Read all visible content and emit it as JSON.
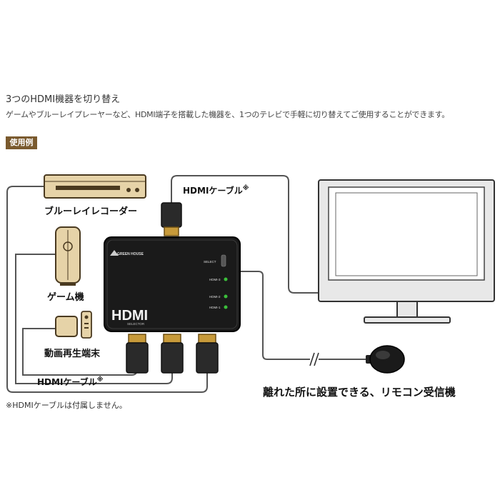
{
  "heading": "3つのHDMI機器を切り替え",
  "description": "ゲームやブルーレイプレーヤーなど、HDMI端子を搭載した機器を、1つのテレビで手軽に切り替えてご使用することができます。",
  "badge": "使用例",
  "devices": {
    "recorder": "ブルーレイレコーダー",
    "game": "ゲーム機",
    "player": "動画再生端末"
  },
  "cable_label_top": "HDMIケーブル",
  "cable_label_left": "HDMIケーブル",
  "asterisk": "※",
  "switcher": {
    "brand": "GREEN HOUSE",
    "select": "SELECT",
    "ports": [
      "HDMI-3",
      "HDMI-2",
      "HDMI-1"
    ],
    "logo": "HDMI",
    "logo_sub": "SELECTOR"
  },
  "receiver_caption": "離れた所に設置できる、リモコン受信機",
  "footnote": "※HDMIケーブルは付属しません。",
  "colors": {
    "device_fill": "#e6d3a8",
    "device_stroke": "#4a3a20",
    "cable": "#555555",
    "connector_gold": "#c79a3a",
    "tv_screen": "#ffffff",
    "tv_bezel": "#e8e8e8",
    "switcher_body": "#1a1a1a",
    "badge": "#7a5a2e",
    "led_green": "#3bbf3b"
  }
}
